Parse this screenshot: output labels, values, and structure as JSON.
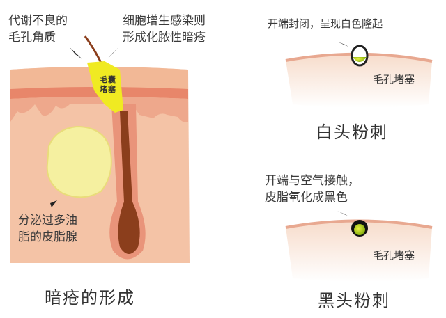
{
  "left_panel": {
    "label_keratin": [
      "代谢不良的",
      "毛孔角质"
    ],
    "label_infection": [
      "细胞增生感染则",
      "形成化脓性暗疮"
    ],
    "plug_text": [
      "毛囊",
      "堵塞"
    ],
    "label_gland": [
      "分泌过多油",
      "脂的皮脂腺"
    ],
    "title": "暗疮的形成"
  },
  "right_top": {
    "label": "开端封闭，呈现白色隆起",
    "pore_label": "毛孔堵塞",
    "title": "白头粉刺"
  },
  "right_bottom": {
    "label": [
      "开端与空气接触，",
      "皮脂氧化成黑色"
    ],
    "pore_label": "毛孔堵塞",
    "title": "黑头粉刺"
  },
  "colors": {
    "skin_top": "#f2b896",
    "dermis_band": "#e8866a",
    "skin_body": "#f4c3a6",
    "hair_follicle": "#8b3e1c",
    "plug": "#f0ea22",
    "sebaceous": "#f5f0a0",
    "surface_line": "#e8a890"
  }
}
